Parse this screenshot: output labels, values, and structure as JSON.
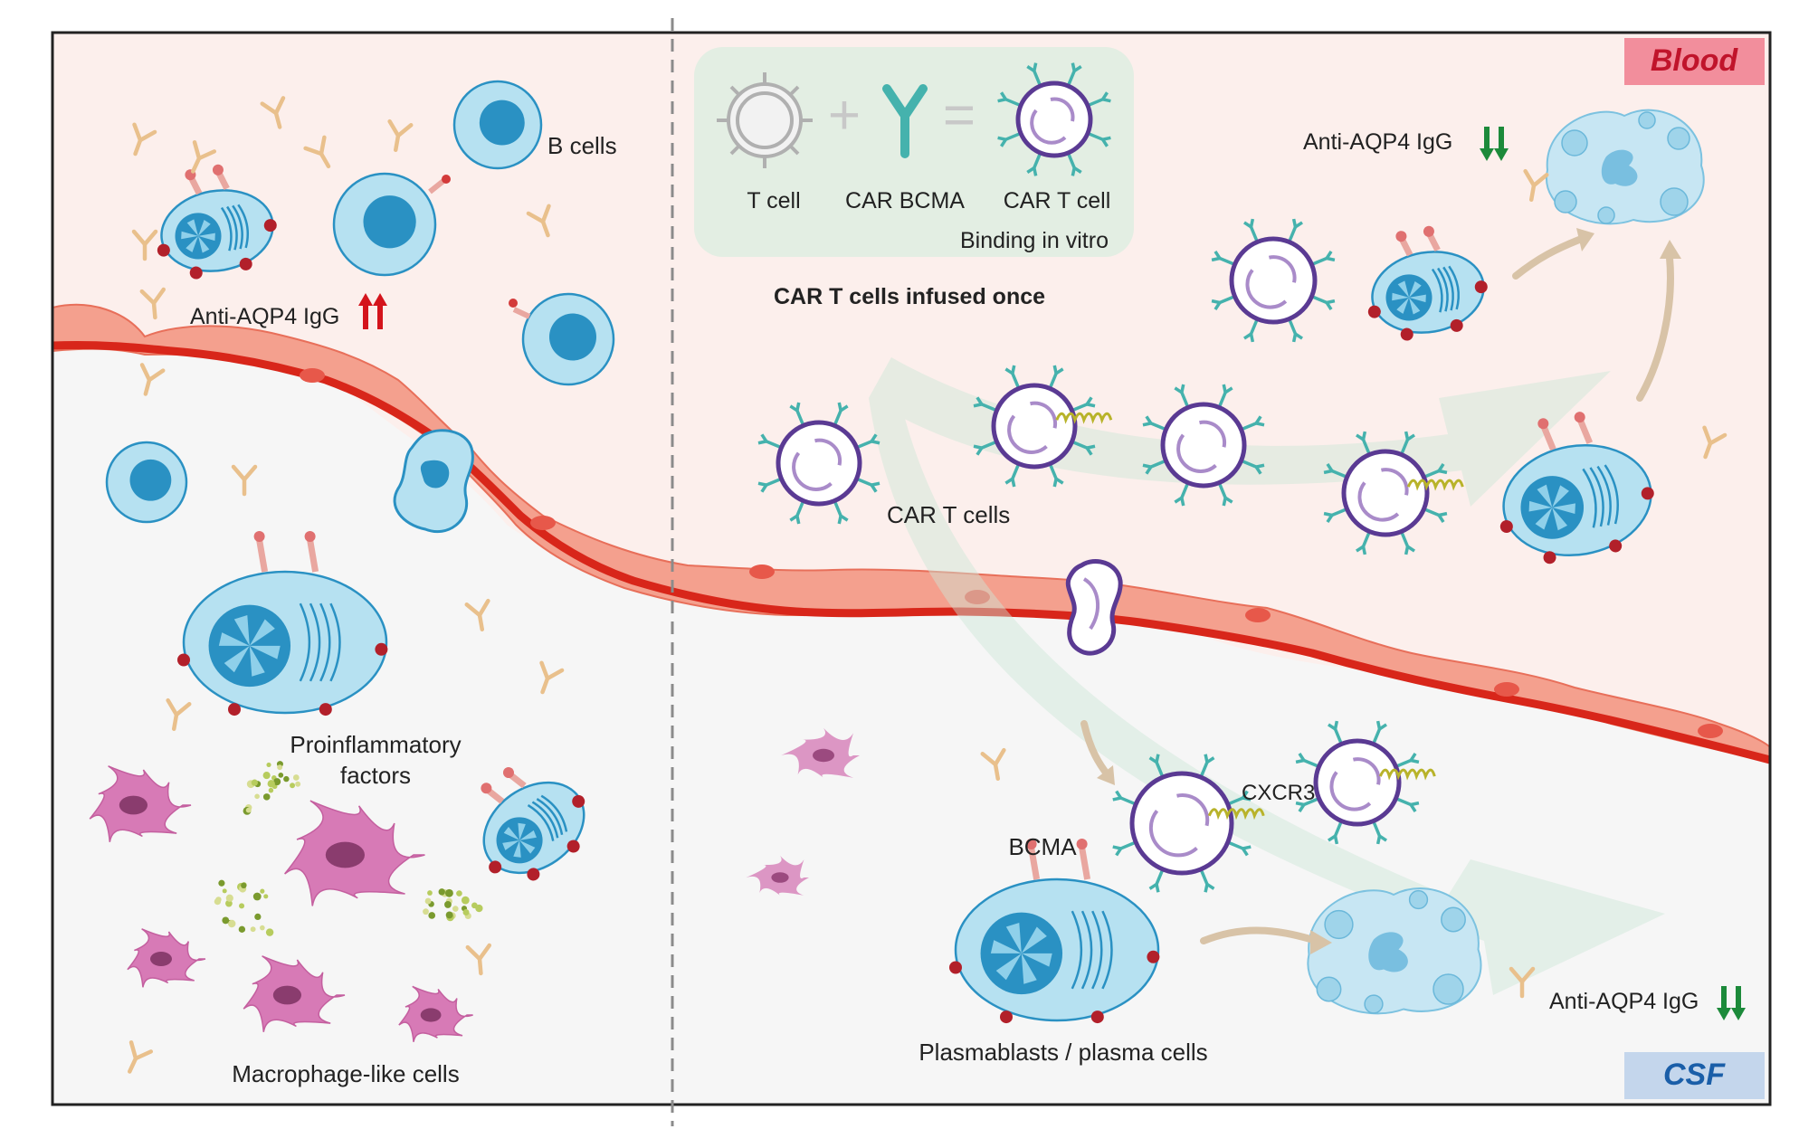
{
  "regions": {
    "blood": "Blood",
    "csf": "CSF"
  },
  "legend": {
    "t_cell": "T cell",
    "car_bcma": "CAR BCMA",
    "car_t_cell": "CAR T cell",
    "binding": "Binding in vitro"
  },
  "left": {
    "b_cells": "B cells",
    "igg_up": "Anti-AQP4 IgG",
    "proinflammatory_1": "Proinflammatory",
    "proinflammatory_2": "factors",
    "macrophages": "Macrophage-like cells"
  },
  "right": {
    "infused": "CAR T cells infused once",
    "car_t_cells": "CAR T cells",
    "igg_down_blood": "Anti-AQP4 IgG",
    "cxcr3": "CXCR3",
    "bcma": "BCMA",
    "plasma": "Plasmablasts / plasma cells",
    "igg_down_csf": "Anti-AQP4 IgG"
  },
  "colors": {
    "blood_bg": "#fcefec",
    "csf_bg": "#f6f6f6",
    "vessel_red": "#dc2b1f",
    "endothelial": "#f4a08e",
    "cell_light": "#b6e1f1",
    "cell_dark": "#2a91c3",
    "car_purple": "#5a3a93",
    "car_teal": "#45b2ad",
    "antibody": "#e9c08c",
    "macrophage": "#d77ab6",
    "arrow_up": "#d4141c",
    "arrow_down": "#1c8a3a"
  }
}
